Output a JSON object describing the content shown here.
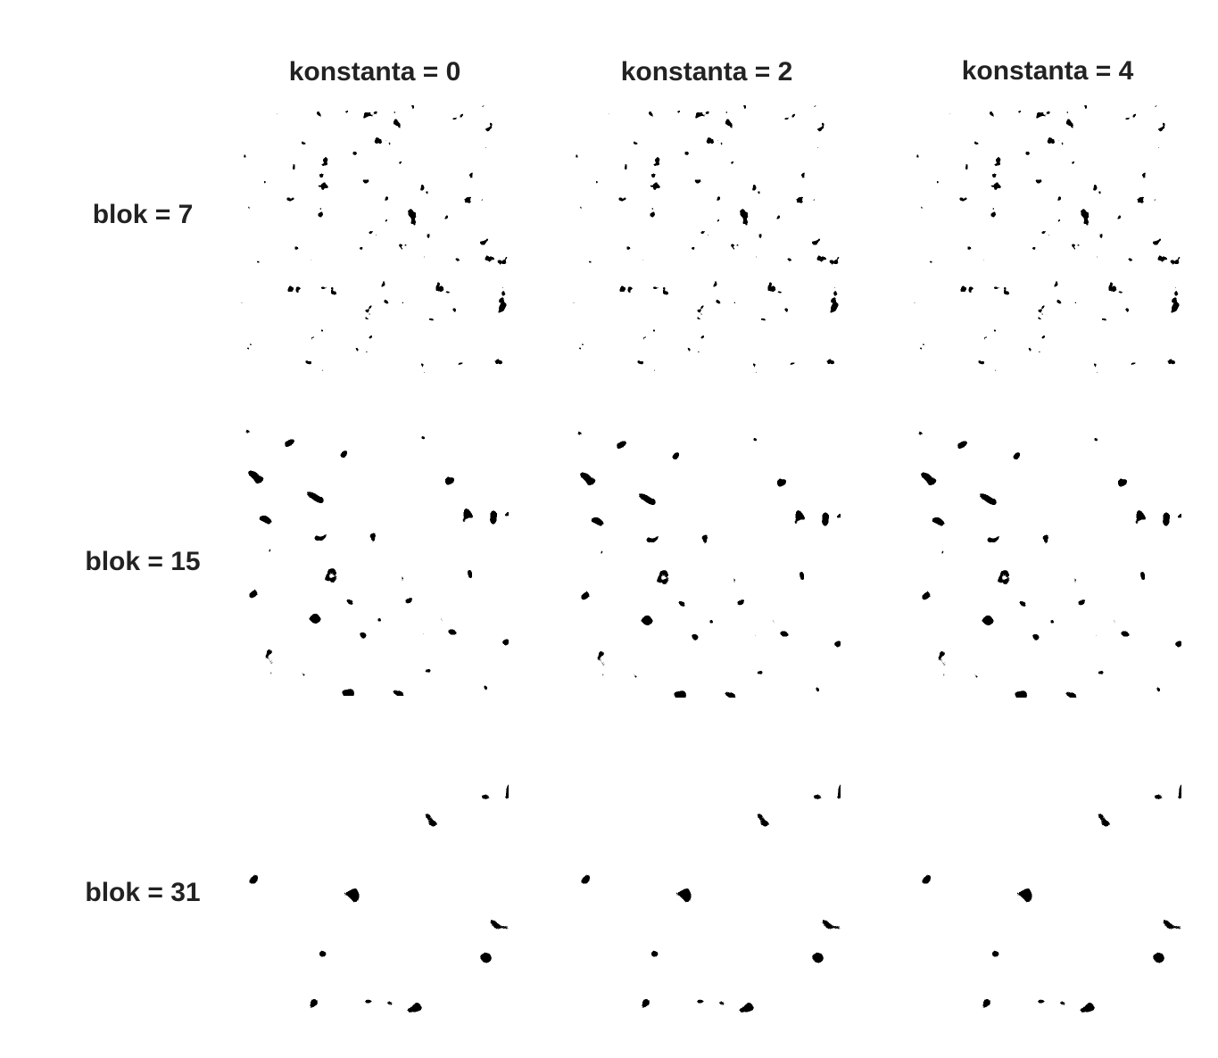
{
  "columns": [
    {
      "label": "konstanta = 0",
      "constant": 0
    },
    {
      "label": "konstanta = 2",
      "constant": 2
    },
    {
      "label": "konstanta = 4",
      "constant": 4
    }
  ],
  "rows": [
    {
      "label": "blok = 7",
      "block": 7
    },
    {
      "label": "blok = 15",
      "block": 15
    },
    {
      "label": "blok = 31",
      "block": 31
    }
  ],
  "colors": {
    "foreground": "#000000",
    "background": "#ffffff",
    "label": "#222222"
  }
}
